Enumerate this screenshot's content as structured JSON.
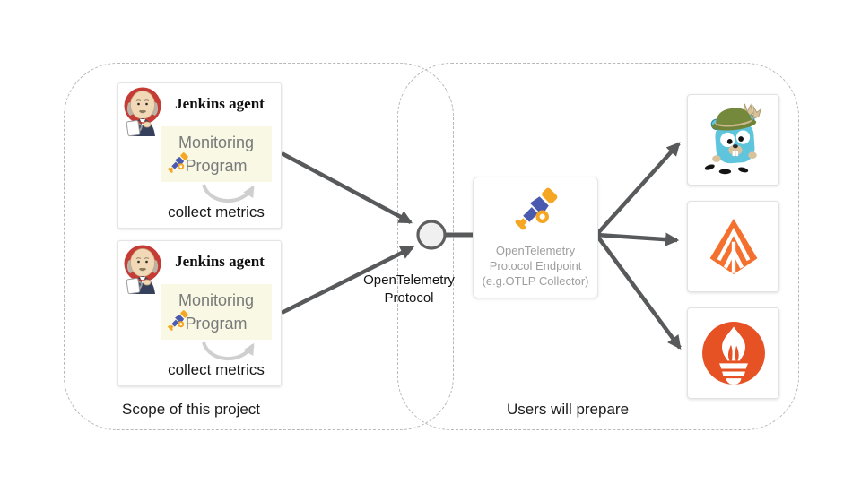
{
  "groups": {
    "scope": {
      "label": "Scope of this project"
    },
    "users": {
      "label": "Users will prepare"
    }
  },
  "agents": [
    {
      "title": "Jenkins agent",
      "program_line1": "Monitoring",
      "program_line2": "Program",
      "caption": "collect metrics"
    },
    {
      "title": "Jenkins agent",
      "program_line1": "Monitoring",
      "program_line2": "Program",
      "caption": "collect metrics"
    }
  ],
  "protocol_label": {
    "line1": "OpenTelemetry",
    "line2": "Protocol"
  },
  "endpoint": {
    "line1": "OpenTelemetry",
    "line2": "Protocol Endpoint",
    "line3": "(e.g.OTLP Collector)"
  },
  "icons": {
    "agent_avatar": "jenkins-mascot-icon",
    "program": "telescope-icon",
    "loop": "loop-arrow-icon",
    "endpoint": "opentelemetry-telescope-icon",
    "backends": [
      "jaeger-gopher-icon",
      "zipkin-icon",
      "prometheus-icon"
    ]
  },
  "colors": {
    "arrow": "#58595b",
    "dashed_border": "#b8b8b8",
    "program_bg": "#f8f8e4",
    "program_text": "#7a7a7a",
    "endpoint_text": "#9e9e9e",
    "otel_blue": "#4a5aae",
    "otel_orange": "#f5a623",
    "jenkins_red": "#c43c35",
    "gopher_blue": "#5ec5dd",
    "hat_green": "#75893c",
    "zipkin_orange": "#f4702e",
    "prometheus_orange": "#e75225"
  }
}
